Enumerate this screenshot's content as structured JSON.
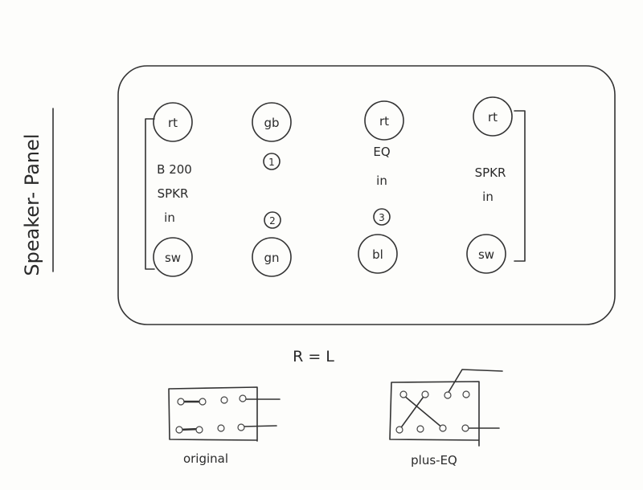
{
  "side_title": "Speaker- Panel",
  "panel": {
    "top_terminals": [
      "rt",
      "gb",
      "rt",
      "rt"
    ],
    "bottom_terminals": [
      "sw",
      "gn",
      "bl",
      "sw"
    ],
    "markers": [
      "1",
      "2",
      "3"
    ],
    "left_group": [
      "B 200",
      "SPKR",
      "in"
    ],
    "middle_group": [
      "EQ",
      "in"
    ],
    "right_group": [
      "SPKR",
      "in"
    ]
  },
  "equation": "R = L",
  "schematics": {
    "original_label": "original",
    "plus_eq_label": "plus-EQ"
  }
}
